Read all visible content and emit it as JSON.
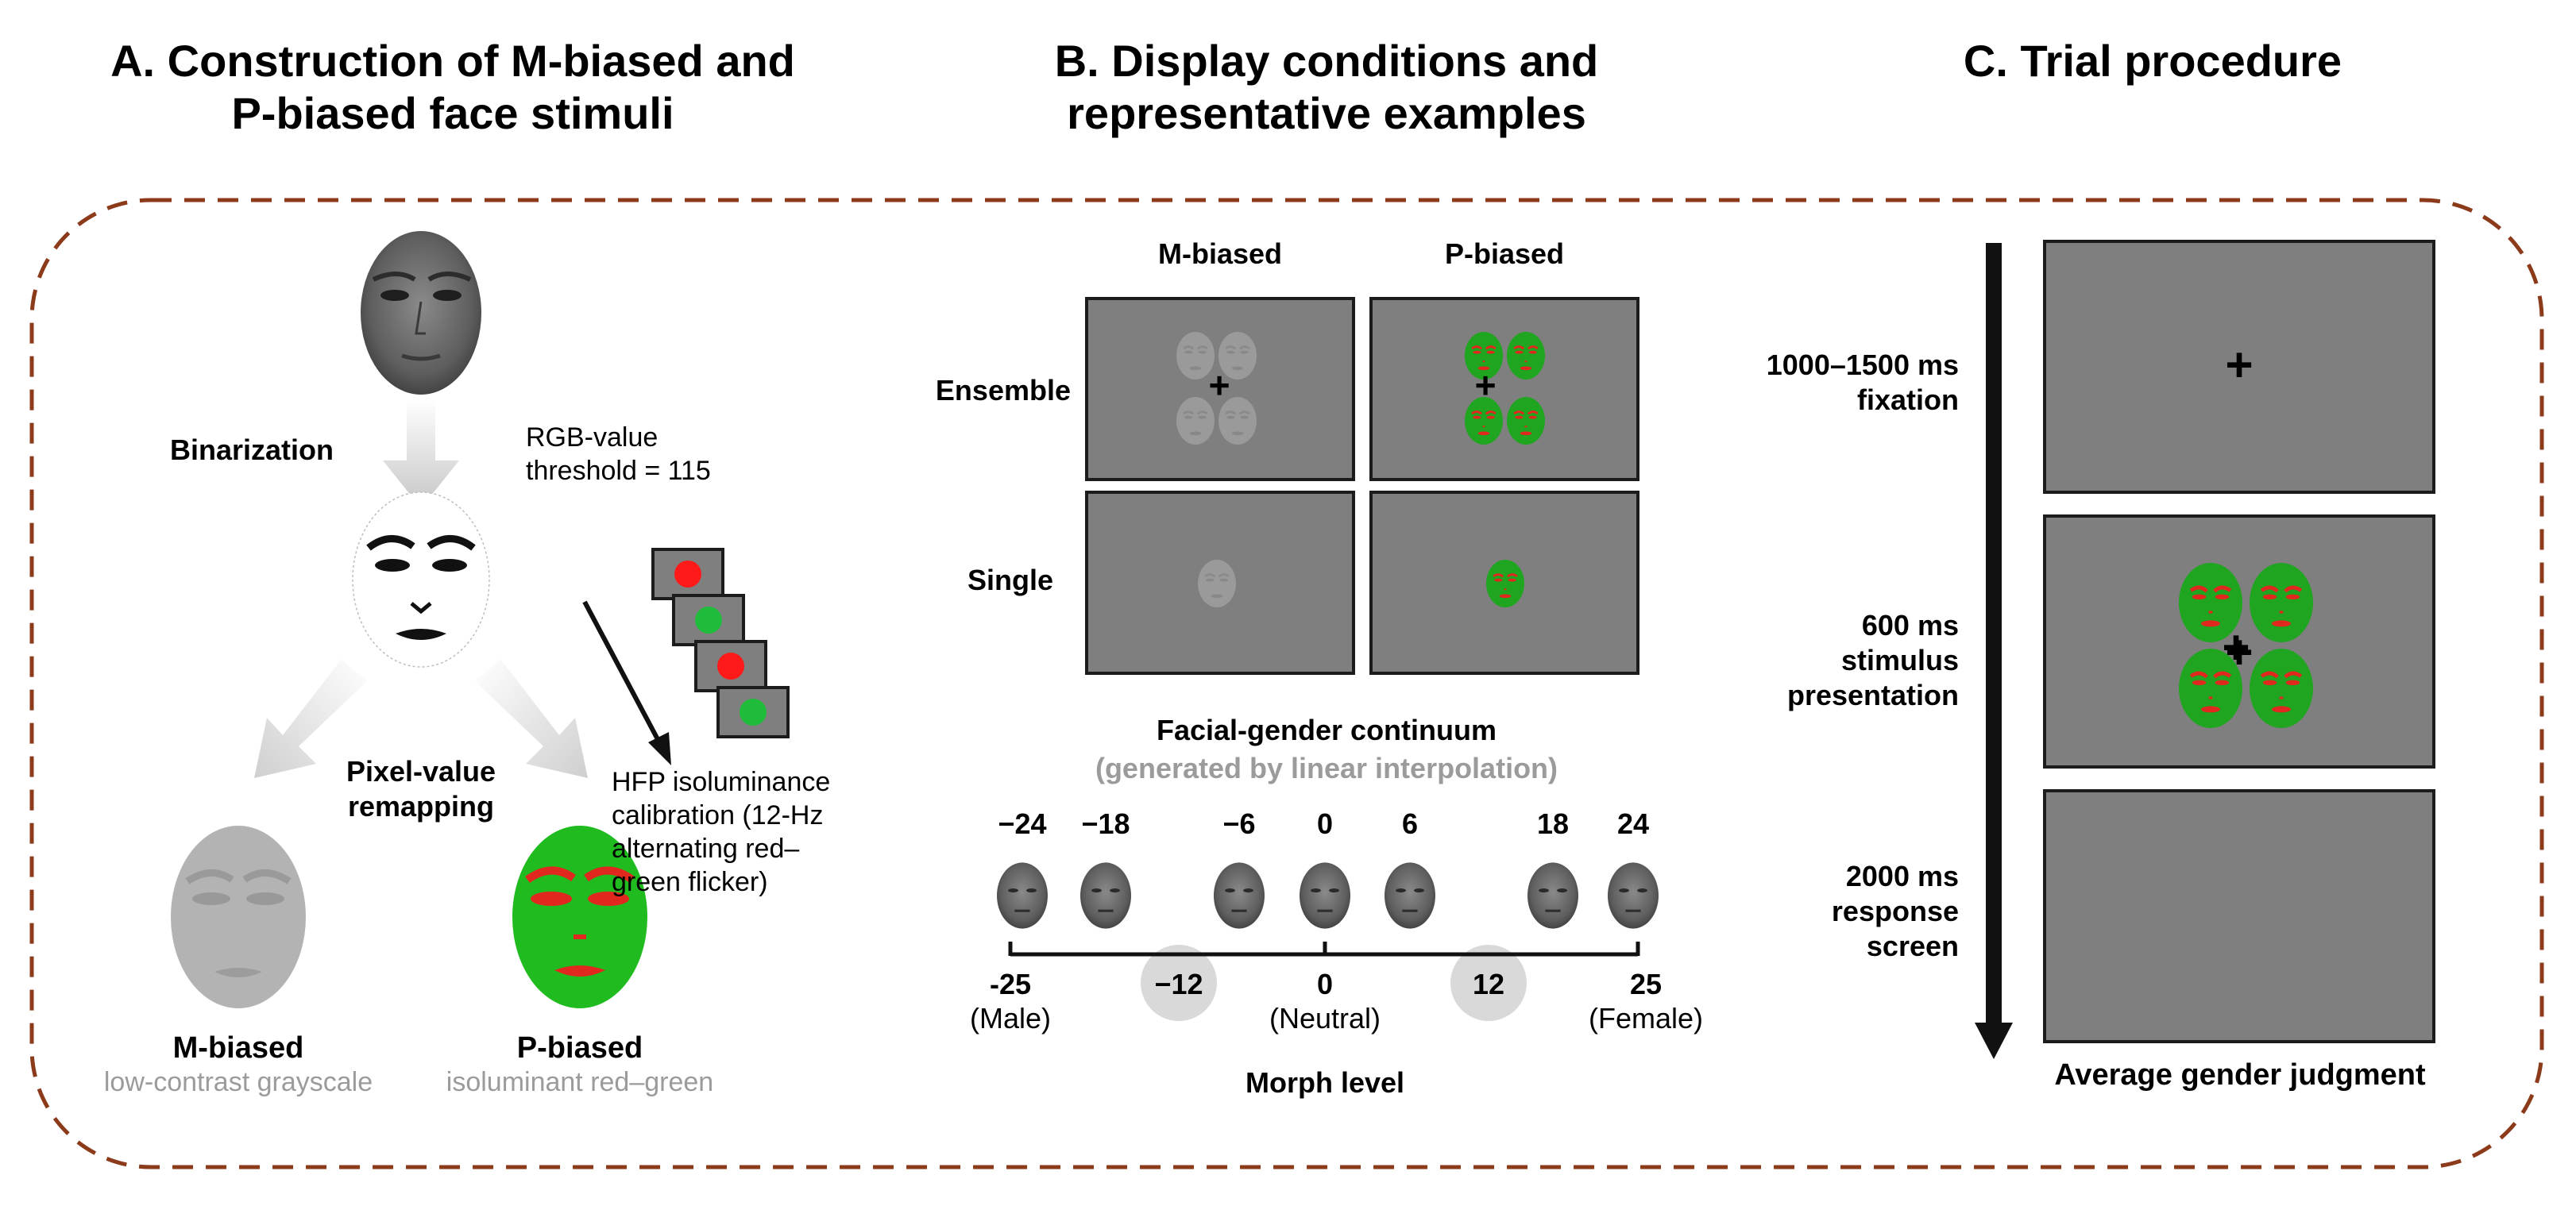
{
  "panel_a": {
    "title_line1": "A. Construction of M-biased and",
    "title_line2": "P-biased face stimuli",
    "binarization": "Binarization",
    "rgb_line1": "RGB-value",
    "rgb_line2": "threshold = 115",
    "remap_line1": "Pixel-value",
    "remap_line2": "remapping",
    "hfp_line1": "HFP isoluminance",
    "hfp_line2": "calibration (12-Hz",
    "hfp_line3": "alternating red–",
    "hfp_line4": "green flicker)",
    "m_label": "M-biased",
    "m_sub": "low-contrast grayscale",
    "p_label": "P-biased",
    "p_sub": "isoluminant red–green"
  },
  "panel_b": {
    "title_line1": "B. Display conditions and",
    "title_line2": "representative examples",
    "col_m": "M-biased",
    "col_p": "P-biased",
    "row_ensemble": "Ensemble",
    "row_single": "Single",
    "continuum_title": "Facial-gender continuum",
    "continuum_sub": "(generated by linear interpolation)",
    "morph_levels": [
      "−24",
      "−18",
      "−6",
      "0",
      "6",
      "18",
      "24"
    ],
    "axis_ticks": [
      {
        "value": "-25",
        "label": "(Male)"
      },
      {
        "value": "−12",
        "label": ""
      },
      {
        "value": "0",
        "label": "(Neutral)"
      },
      {
        "value": "12",
        "label": ""
      },
      {
        "value": "25",
        "label": "(Female)"
      }
    ],
    "axis_label": "Morph level"
  },
  "panel_c": {
    "title": "C. Trial procedure",
    "step1_line1": "1000–1500 ms",
    "step1_line2": "fixation",
    "step2_line1": "600 ms",
    "step2_line2": "stimulus",
    "step2_line3": "presentation",
    "step3_line1": "2000 ms",
    "step3_line2": "response",
    "step3_line3": "screen",
    "caption": "Average gender judgment",
    "fixation_symbol": "+"
  },
  "colors": {
    "frame": "#8b3a1a",
    "screen": "#7f7f7f",
    "green": "#1fa51f",
    "red": "#e0281e",
    "caption_grey": "#9b9b9b"
  }
}
